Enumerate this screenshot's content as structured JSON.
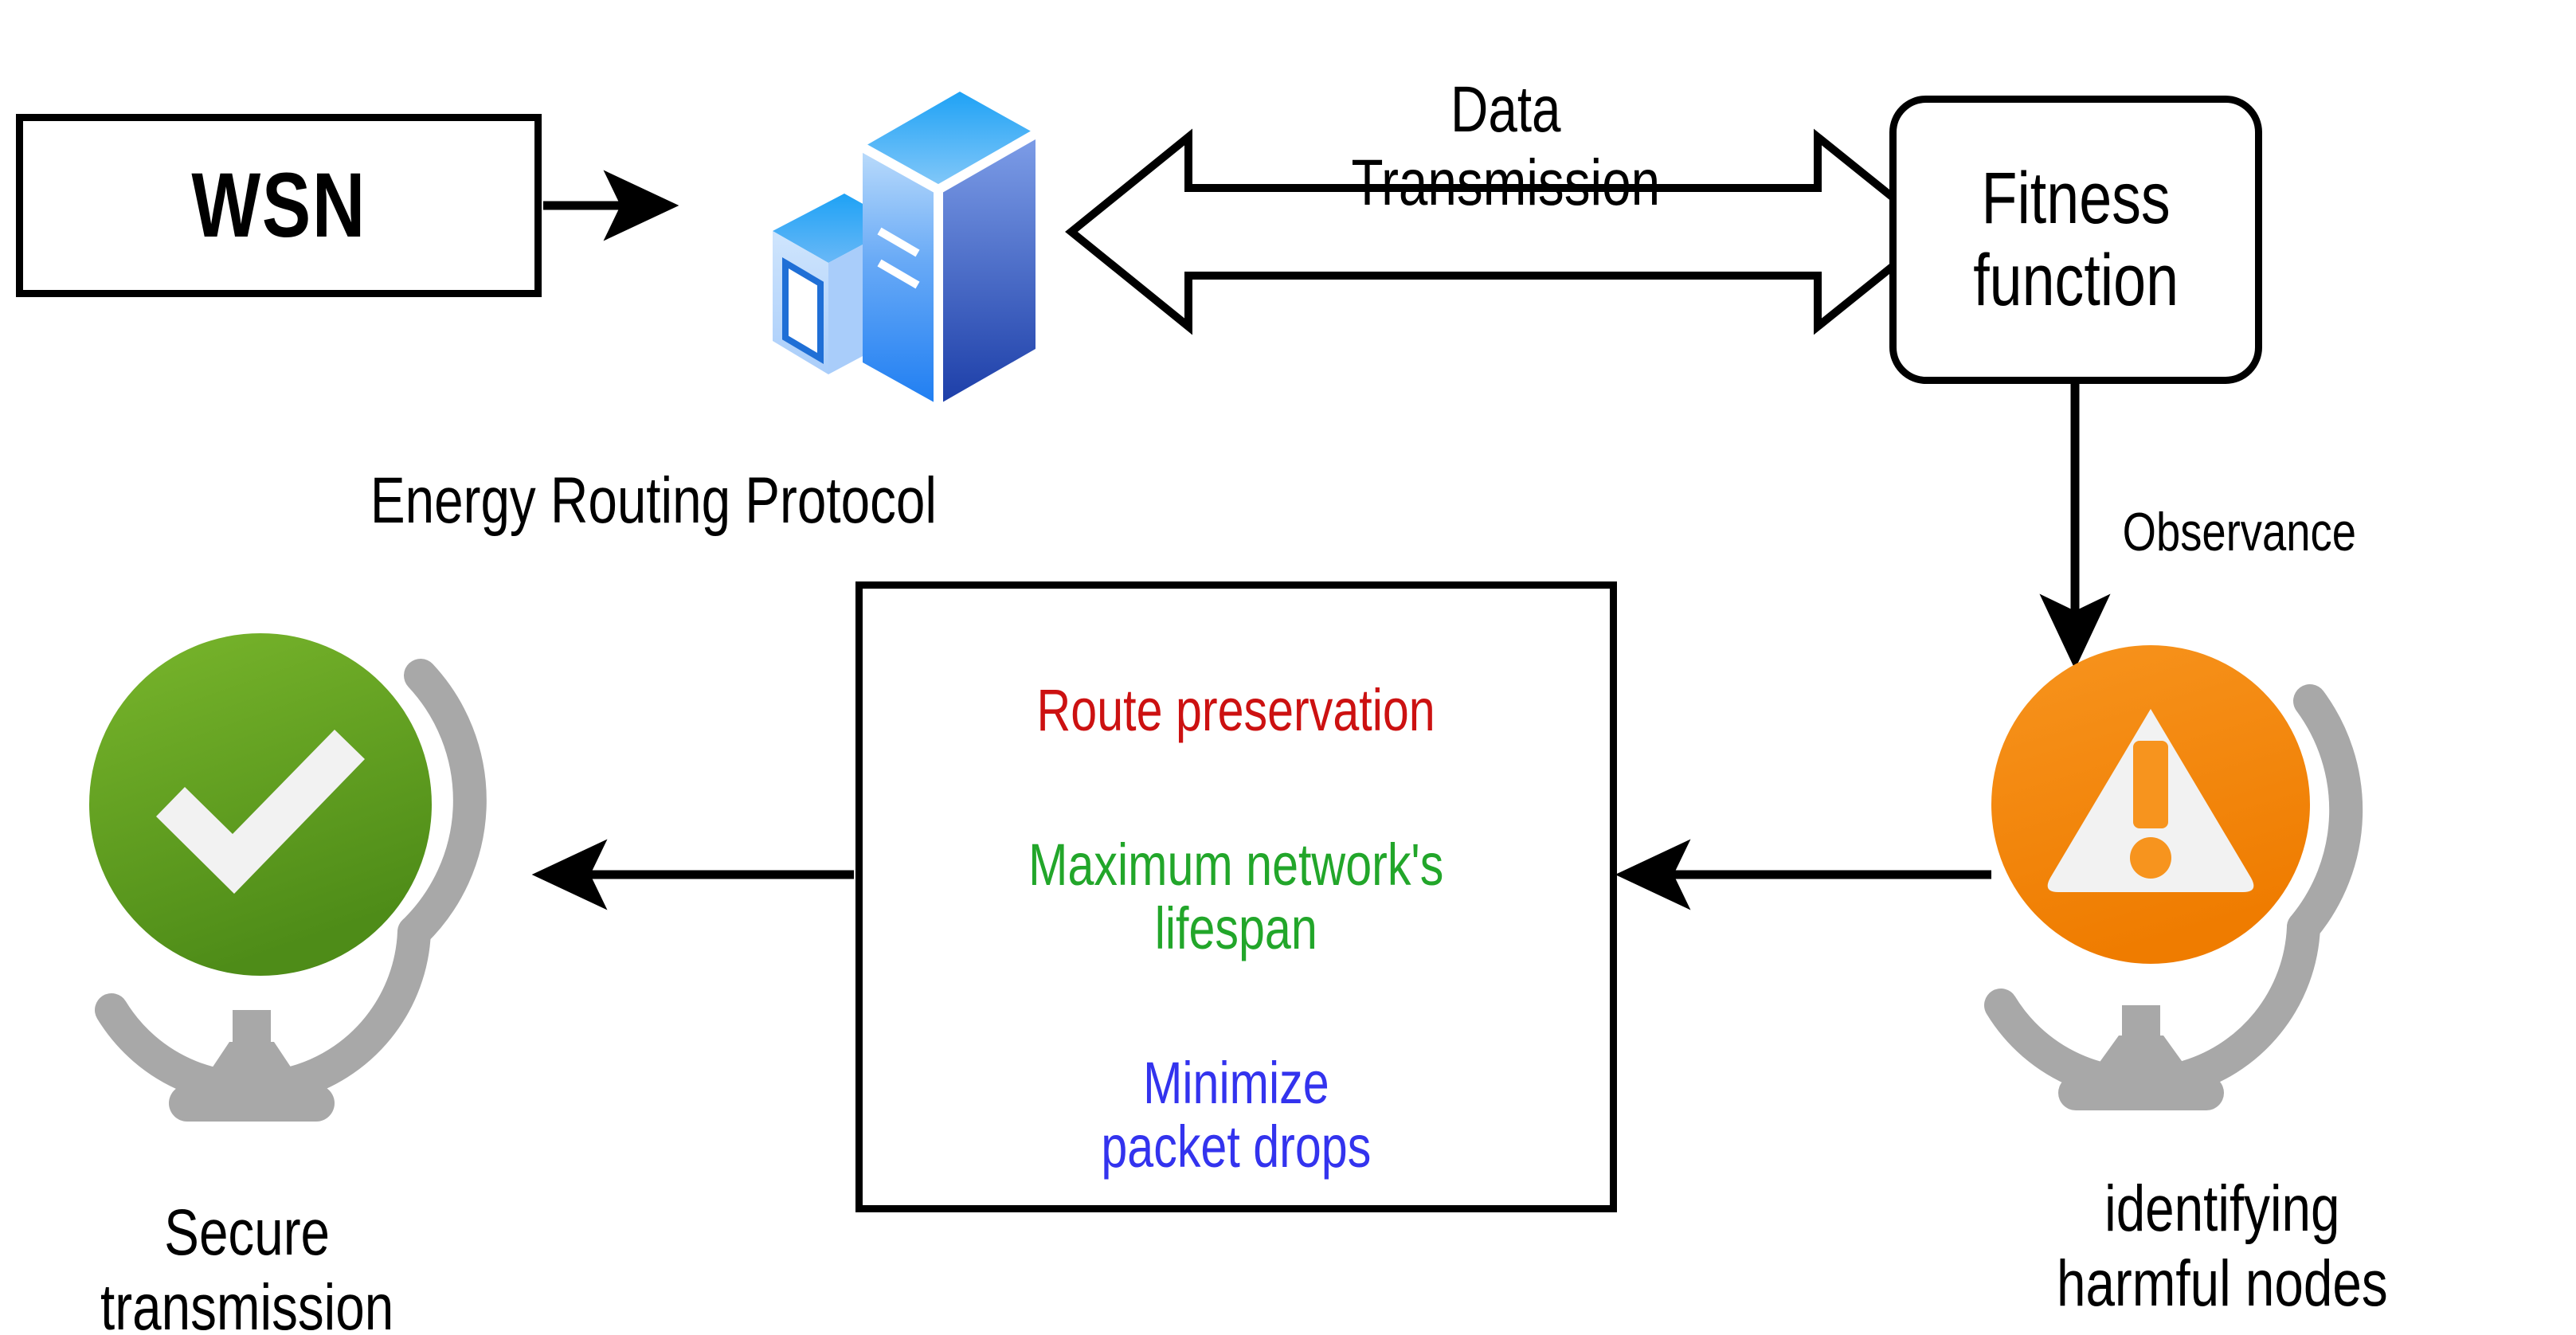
{
  "diagram": {
    "title": "Energy routing protocol with fitness function flow",
    "background": "#ffffff"
  },
  "nodes": {
    "wsn": {
      "label": "WSN",
      "shape": "rectangle",
      "text_color": "#000000"
    },
    "energy_routing_protocol": {
      "label": "Energy Routing Protocol",
      "icon": "server-tower-icon"
    },
    "fitness_function": {
      "label": "Fitness\nfunction",
      "shape": "rounded-rectangle"
    },
    "harmful_nodes": {
      "label": "identifying\nharmful nodes",
      "icon": "warning-globe-icon",
      "icon_color": "#f28216"
    },
    "secure_transmission": {
      "label": "Secure\ntransmission",
      "icon": "check-globe-icon",
      "icon_color": "#5fa81f"
    }
  },
  "objectives": {
    "items": [
      {
        "text": "Route preservation",
        "color": "#cc1111"
      },
      {
        "text": "Maximum network's\nlifespan",
        "color": "#22a62a"
      },
      {
        "text": "Minimize\npacket drops",
        "color": "#3333ee"
      }
    ]
  },
  "edges": {
    "wsn_to_erp": {
      "label": "",
      "style": "solid-arrow",
      "direction": "right"
    },
    "erp_to_fitness": {
      "label": "Data\nTransmission",
      "style": "block-double-arrow",
      "direction": "both"
    },
    "fitness_to_harmful": {
      "label": "Observance",
      "style": "solid-arrow",
      "direction": "down"
    },
    "harmful_to_objectives": {
      "label": "",
      "style": "solid-arrow",
      "direction": "left"
    },
    "objectives_to_secure": {
      "label": "",
      "style": "solid-arrow",
      "direction": "left"
    }
  },
  "palette": {
    "stroke": "#000000",
    "green_globe": "#5fa81f",
    "orange_globe": "#f28216",
    "globe_stand": "#a8a8a8",
    "server_light": "#2aa7f5",
    "server_dark": "#2f54c8",
    "red": "#cc1111",
    "green": "#22a62a",
    "blue": "#3333ee"
  }
}
